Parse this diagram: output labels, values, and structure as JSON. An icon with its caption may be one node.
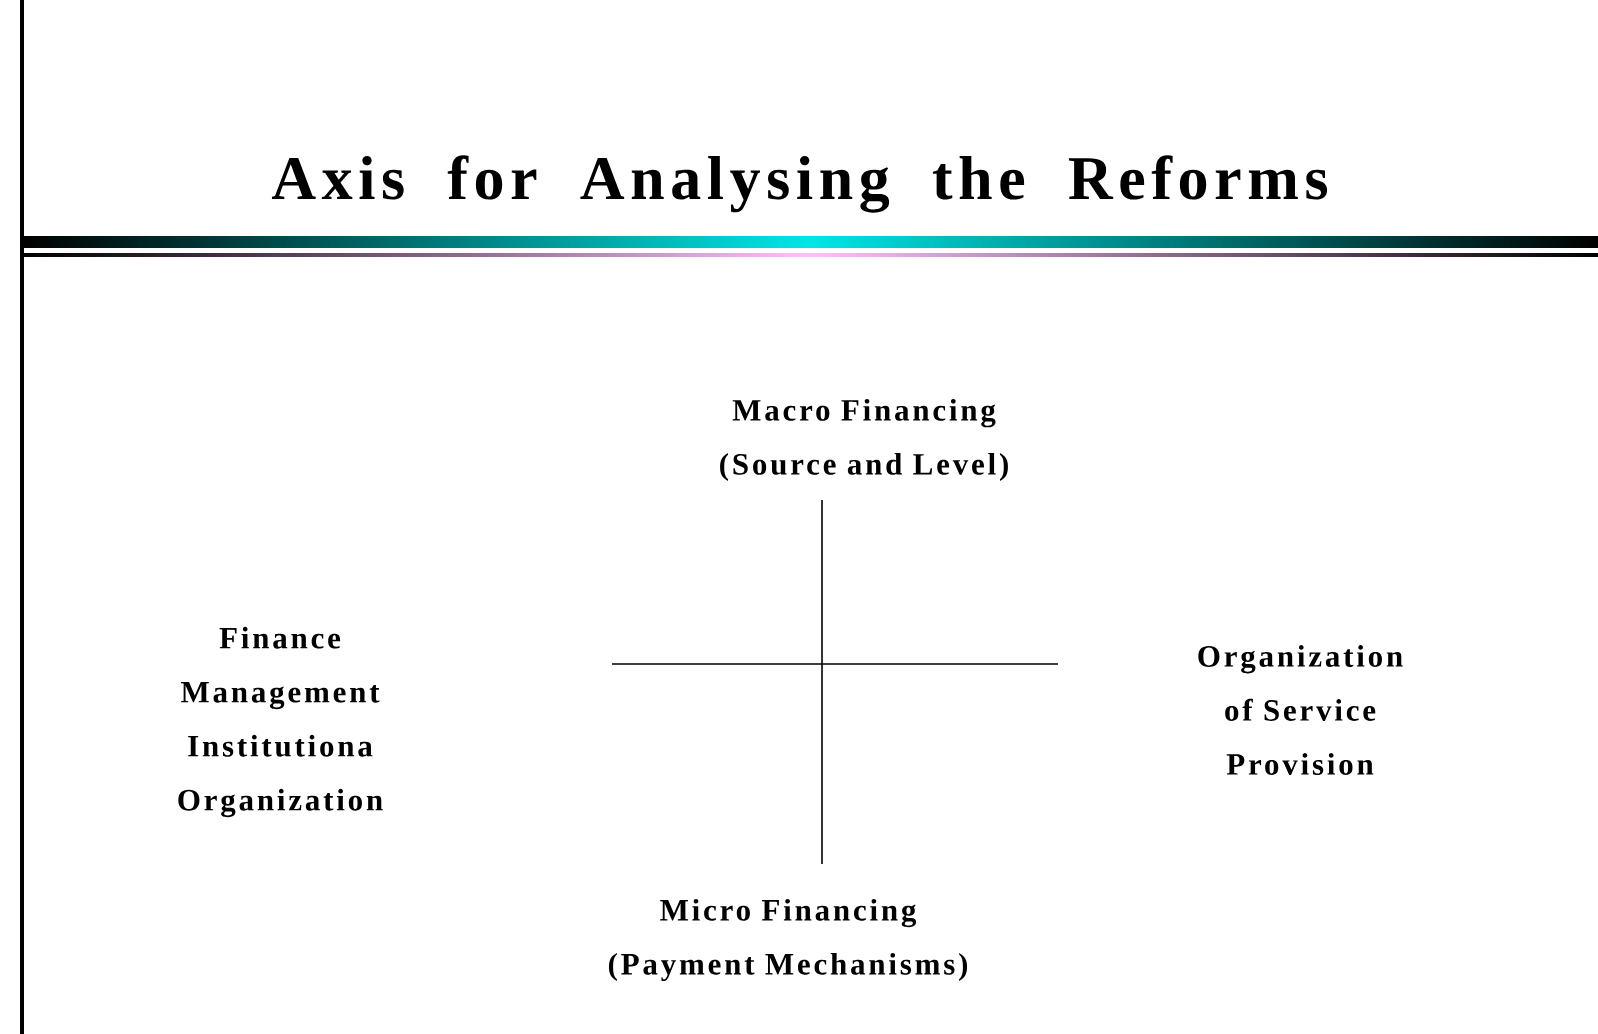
{
  "diagram": {
    "title": "Axis for Analysing the Reforms",
    "labels": [
      "Macro Financing (Source and Level)",
      "Finance Management Institutiona Organization",
      "Organization of Service Provision",
      "Micro Financing (Payment Mechanisms)"
    ]
  }
}
